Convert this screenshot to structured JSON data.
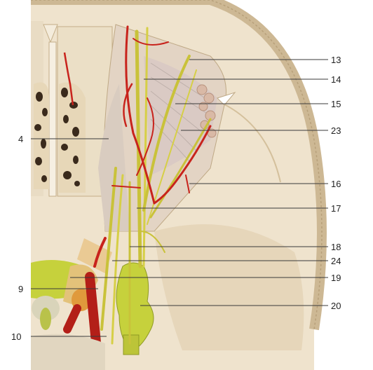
{
  "labels": {
    "l4": "4",
    "l9": "9",
    "l10": "10",
    "l13": "13",
    "l14": "14",
    "l15": "15",
    "l16": "16",
    "l17": "17",
    "l18": "18",
    "l19": "19",
    "l20": "20",
    "l23": "23",
    "l24": "24"
  },
  "colors": {
    "bone": "#ecdcc0",
    "skull_rim": "#d7c3a2",
    "orbit_fat": "#e5d6c8",
    "nerve": "#c9c23a",
    "artery": "#c8231c",
    "ganglion": "#c6d13c"
  }
}
